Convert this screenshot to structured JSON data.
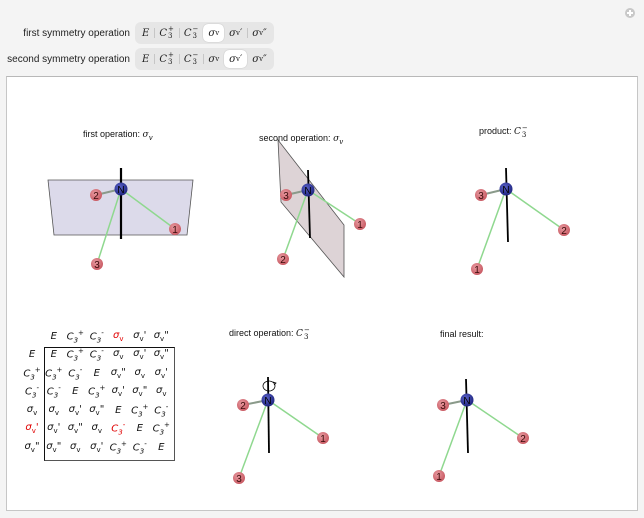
{
  "controls": {
    "first": {
      "label": "first symmetry operation",
      "options": [
        "E",
        "C3+",
        "C3-",
        "σv",
        "σv'",
        "σv''"
      ],
      "selected": "σv"
    },
    "second": {
      "label": "second symmetry operation",
      "options": [
        "E",
        "C3+",
        "C3-",
        "σv",
        "σv'",
        "σv''"
      ],
      "selected": "σv'"
    }
  },
  "panels": {
    "first": {
      "title_prefix": "first operation: ",
      "symbol": "σv"
    },
    "second": {
      "title_prefix": "second operation: ",
      "symbol": "σv"
    },
    "product": {
      "title_prefix": "product: ",
      "symbol": "C3-"
    },
    "direct": {
      "title_prefix": "direct operation: ",
      "symbol": "C3-"
    },
    "final": {
      "title_prefix": "final result:",
      "symbol": ""
    }
  },
  "molecules": {
    "first": {
      "center_label": "N",
      "atoms": [
        {
          "label": "1"
        },
        {
          "label": "2"
        },
        {
          "label": "3"
        }
      ]
    },
    "second": {
      "center_label": "N",
      "atoms": [
        {
          "label": "1"
        },
        {
          "label": "2"
        },
        {
          "label": "3"
        }
      ]
    },
    "product": {
      "center_label": "N",
      "atoms": [
        {
          "label": "1"
        },
        {
          "label": "2"
        },
        {
          "label": "3"
        }
      ]
    },
    "direct": {
      "center_label": "N",
      "atoms": [
        {
          "label": "1"
        },
        {
          "label": "2"
        },
        {
          "label": "3"
        }
      ]
    },
    "final": {
      "center_label": "N",
      "atoms": [
        {
          "label": "1"
        },
        {
          "label": "2"
        },
        {
          "label": "3"
        }
      ]
    }
  },
  "multiplication_table": {
    "header": [
      "E",
      "C3+",
      "C3-",
      "σv",
      "σv'",
      "σv\""
    ],
    "highlight_column": "σv",
    "highlight_row": "σv'",
    "highlight_cell": "C3-",
    "rows": [
      {
        "head": "E",
        "cells": [
          "E",
          "C3+",
          "C3-",
          "σv",
          "σv'",
          "σv\""
        ]
      },
      {
        "head": "C3+",
        "cells": [
          "C3+",
          "C3-",
          "E",
          "σv\"",
          "σv",
          "σv'"
        ]
      },
      {
        "head": "C3-",
        "cells": [
          "C3-",
          "E",
          "C3+",
          "σv'",
          "σv\"",
          "σv"
        ]
      },
      {
        "head": "σv",
        "cells": [
          "σv",
          "σv'",
          "σv\"",
          "E",
          "C3+",
          "C3-"
        ]
      },
      {
        "head": "σv'",
        "cells": [
          "σv'",
          "σv\"",
          "σv",
          "C3-",
          "E",
          "C3+"
        ]
      },
      {
        "head": "σv\"",
        "cells": [
          "σv\"",
          "σv",
          "σv'",
          "C3+",
          "C3-",
          "E"
        ]
      }
    ]
  },
  "colors": {
    "highlight": "#e00000",
    "atom_fill": "#d9727a",
    "center_fill": "#2a2f9a",
    "bond": "#8fd88f",
    "plane_first": "#dcdaea",
    "plane_second": "#ddd3d6"
  }
}
